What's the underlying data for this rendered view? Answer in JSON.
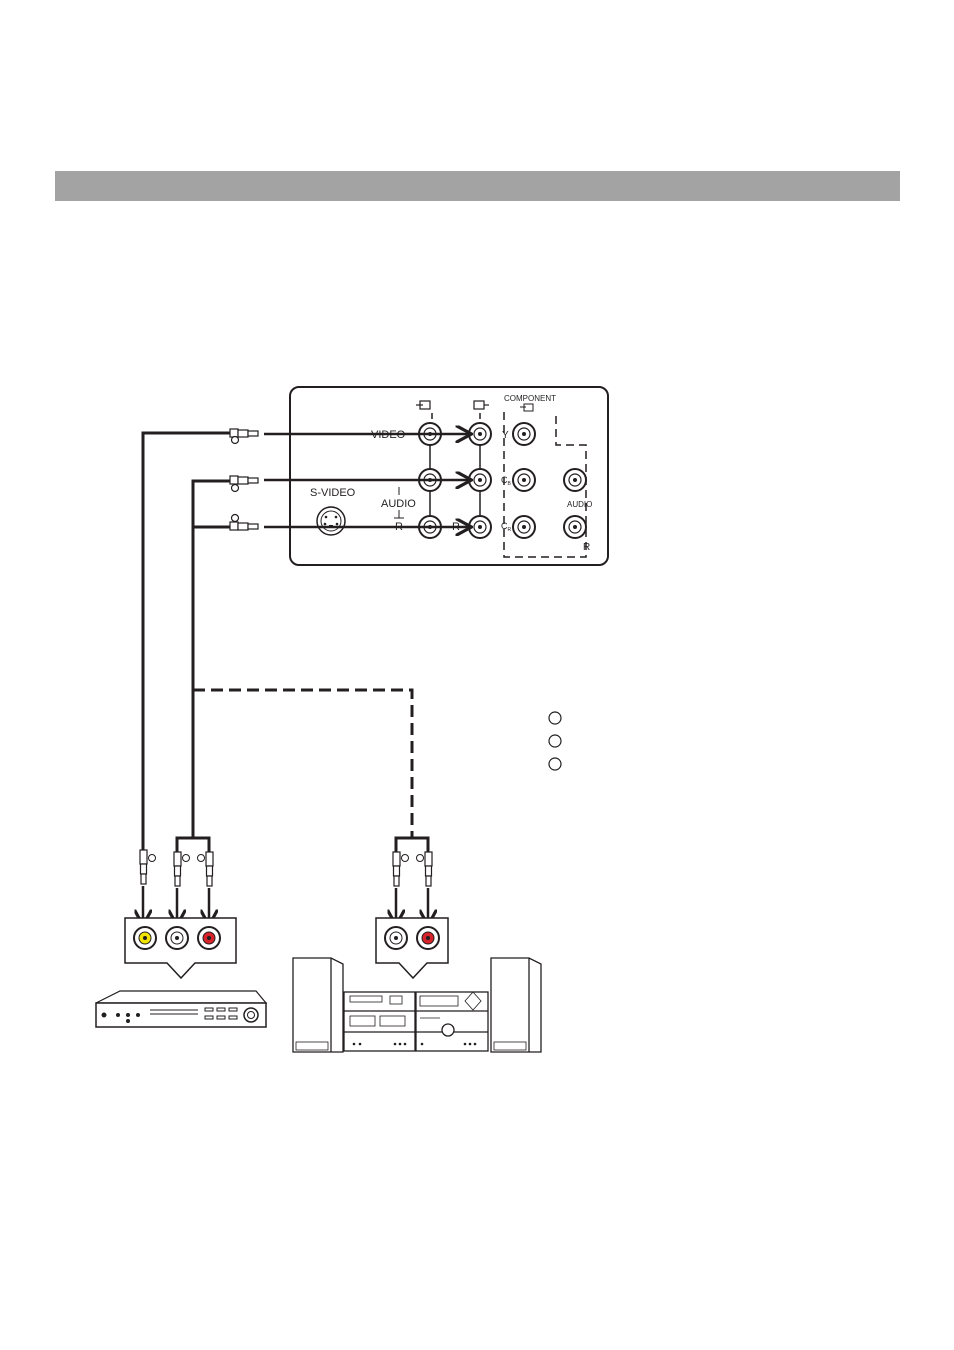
{
  "panel": {
    "video_label": "VIDEO",
    "audio_label": "AUDIO",
    "audio_r_label": "R",
    "audio_r_label_out": "R",
    "svideo_label": "S-VIDEO",
    "component_label": "COMPONENT",
    "y_label": "Y",
    "cb_label": "C",
    "cb_sub": "B",
    "cr_label": "C",
    "cr_sub": "R",
    "component_audio_label": "AUDIO",
    "component_r_label": "R"
  },
  "colors": {
    "header_bar": "#a3a3a3",
    "line": "#231f20",
    "jack_yellow": "#f2e600",
    "jack_red": "#d8232a",
    "jack_white": "#ffffff"
  }
}
